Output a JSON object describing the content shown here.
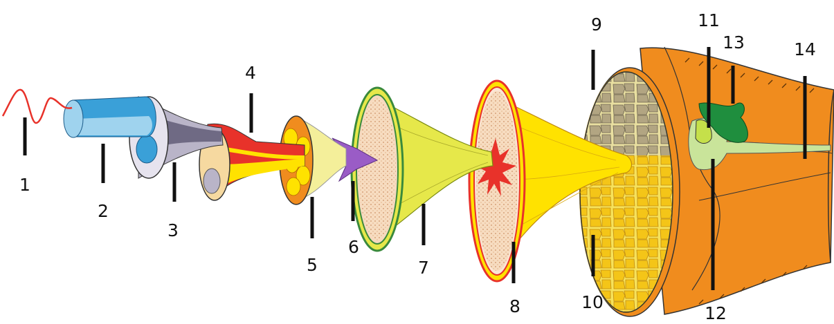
{
  "labels": [
    "1",
    "2",
    "3",
    "4",
    "5",
    "6",
    "7",
    "8",
    "9",
    "10",
    "11",
    "12",
    "13",
    "14"
  ],
  "colors": {
    "wave": "#e8322a",
    "blue": "#3aa0d8",
    "blue_light": "#9fd3ee",
    "lilac": "#b9b4c8",
    "gray_dark": "#6f6a84",
    "red": "#e8322a",
    "yellow": "#ffe200",
    "pale_yellow": "#f4ef9a",
    "purple": "#9a5cc6",
    "green": "#3a8a3c",
    "green_light": "#c9e49a",
    "orange": "#f08c1e",
    "tan": "#b9a883",
    "dark_green": "#1f8e3e",
    "outline": "#333333"
  }
}
